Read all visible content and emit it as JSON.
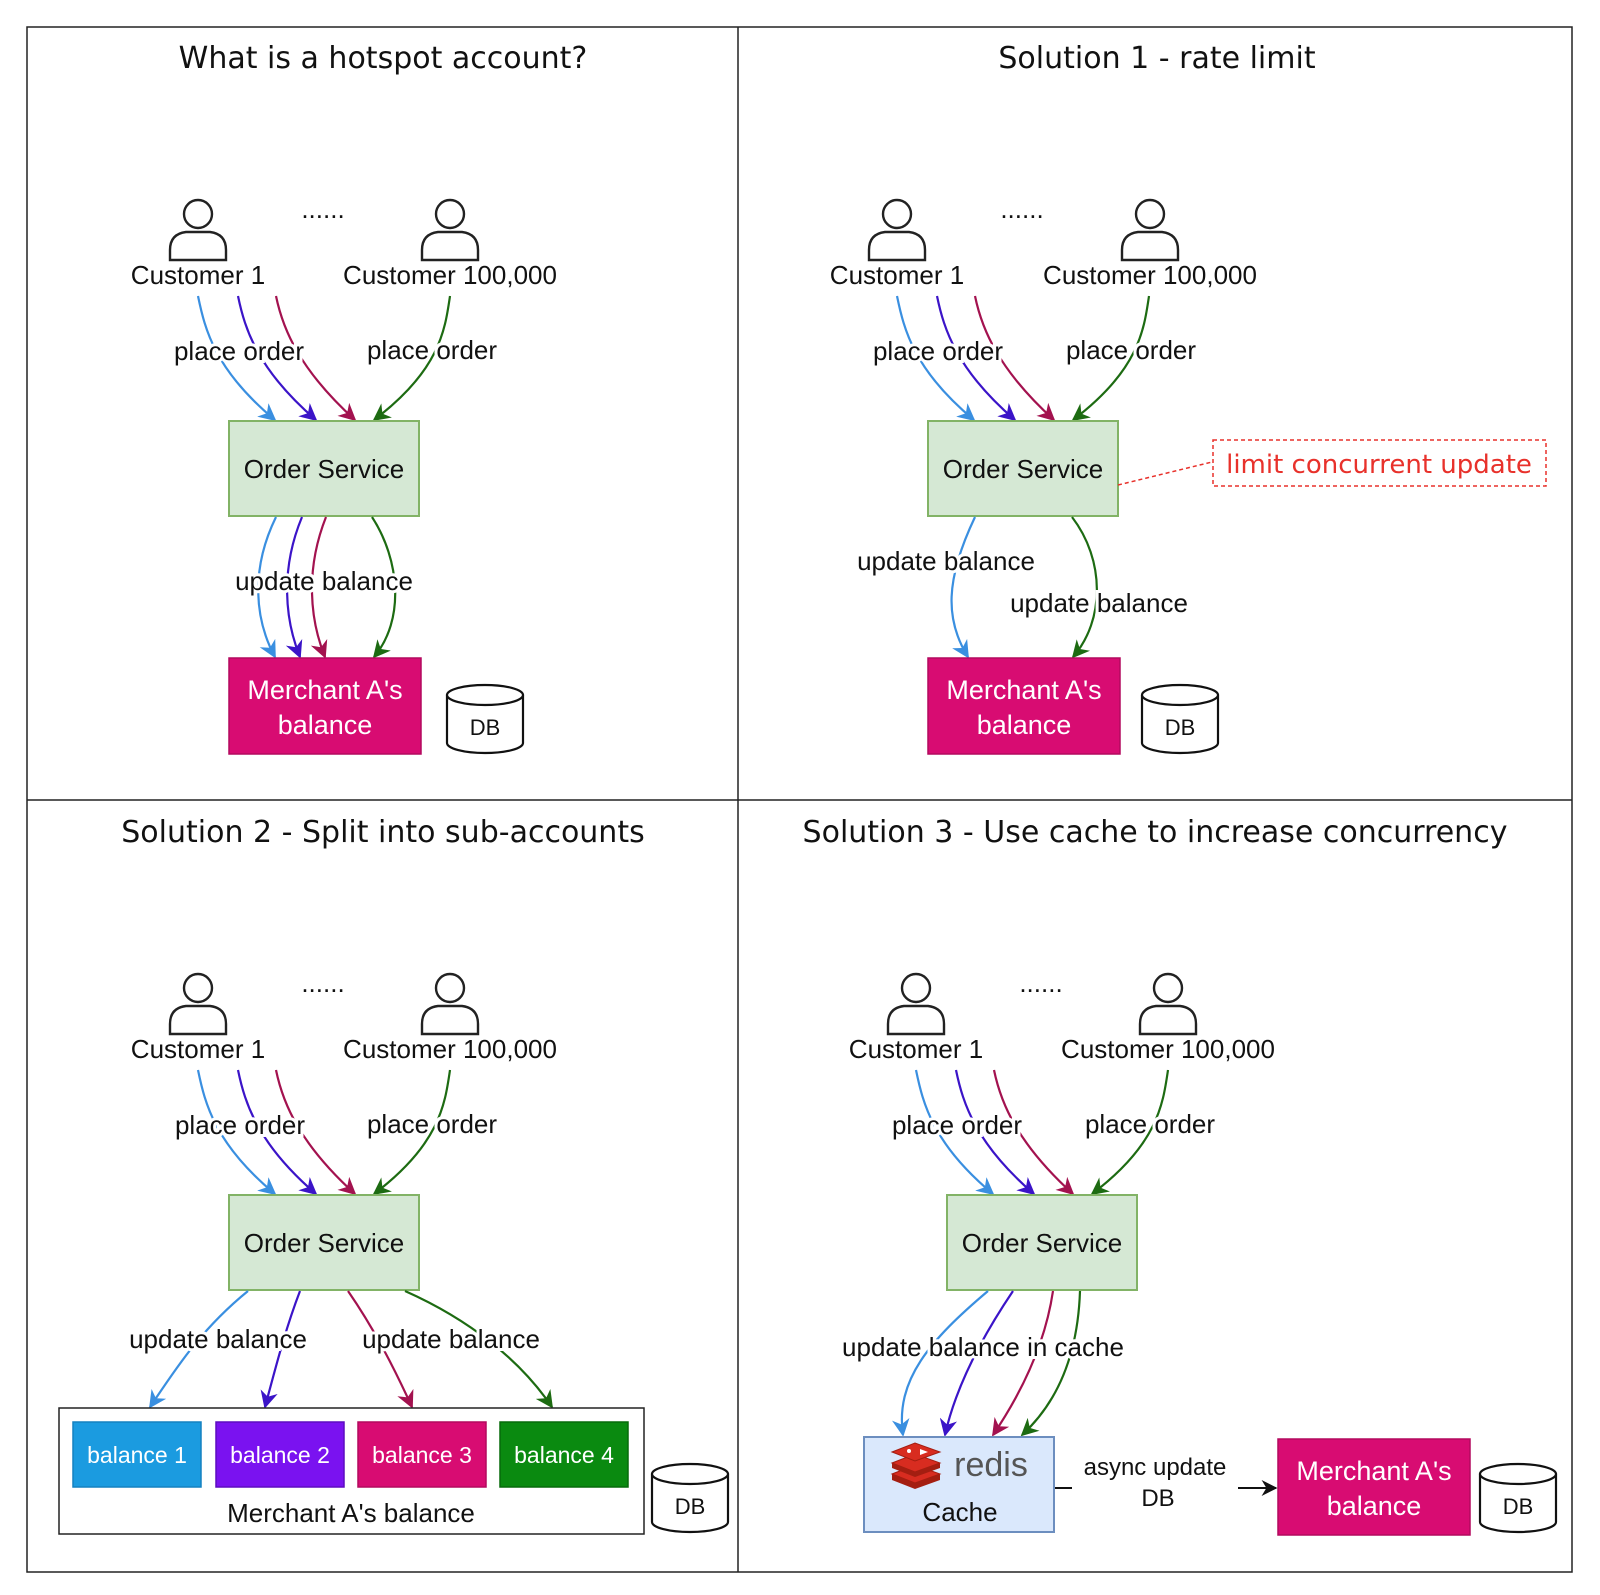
{
  "colors": {
    "blue": "#3a8fe0",
    "indigo": "#3b14c8",
    "crimson": "#a3124f",
    "green": "#1d6b12",
    "order_fill": "#d5e8d4",
    "order_stroke": "#82b366",
    "merchant_fill": "#d80c72",
    "cache_fill": "#dae8fc",
    "cache_stroke": "#6c8ebf",
    "note_red": "#e8312b",
    "balance1": "#1b9be0",
    "balance2": "#7a12f0",
    "balance3": "#d80c72",
    "balance4": "#0a8a10"
  },
  "icons": {
    "customer": "user-icon",
    "database": "database-icon",
    "redis": "redis-logo-icon"
  },
  "panels": {
    "p1": {
      "title": "What is a hotspot account?",
      "customer_first": "Customer 1",
      "ellipsis": "......",
      "customer_last": "Customer 100,000",
      "place_order_left": "place order",
      "place_order_right": "place order",
      "order_service": "Order Service",
      "update_balance": "update balance",
      "merchant_line1": "Merchant A's",
      "merchant_line2": "balance",
      "db": "DB"
    },
    "p2": {
      "title": "Solution 1 - rate limit",
      "customer_first": "Customer 1",
      "ellipsis": "......",
      "customer_last": "Customer 100,000",
      "place_order_left": "place order",
      "place_order_right": "place order",
      "order_service": "Order Service",
      "note": "limit concurrent update",
      "update_balance_left": "update balance",
      "update_balance_right": "update balance",
      "merchant_line1": "Merchant A's",
      "merchant_line2": "balance",
      "db": "DB"
    },
    "p3": {
      "title": "Solution 2 - Split into sub-accounts",
      "customer_first": "Customer 1",
      "ellipsis": "......",
      "customer_last": "Customer 100,000",
      "place_order_left": "place order",
      "place_order_right": "place order",
      "order_service": "Order Service",
      "update_balance_left": "update balance",
      "update_balance_right": "update balance",
      "balances": [
        "balance 1",
        "balance 2",
        "balance 3",
        "balance 4"
      ],
      "container_label": "Merchant A's balance",
      "db": "DB"
    },
    "p4": {
      "title": "Solution 3 - Use cache to increase concurrency",
      "customer_first": "Customer 1",
      "ellipsis": "......",
      "customer_last": "Customer 100,000",
      "place_order_left": "place order",
      "place_order_right": "place order",
      "order_service": "Order Service",
      "update_cache": "update balance in cache",
      "redis": "redis",
      "cache": "Cache",
      "async_line1": "async update",
      "async_line2": "DB",
      "merchant_line1": "Merchant A's",
      "merchant_line2": "balance",
      "db": "DB"
    }
  }
}
